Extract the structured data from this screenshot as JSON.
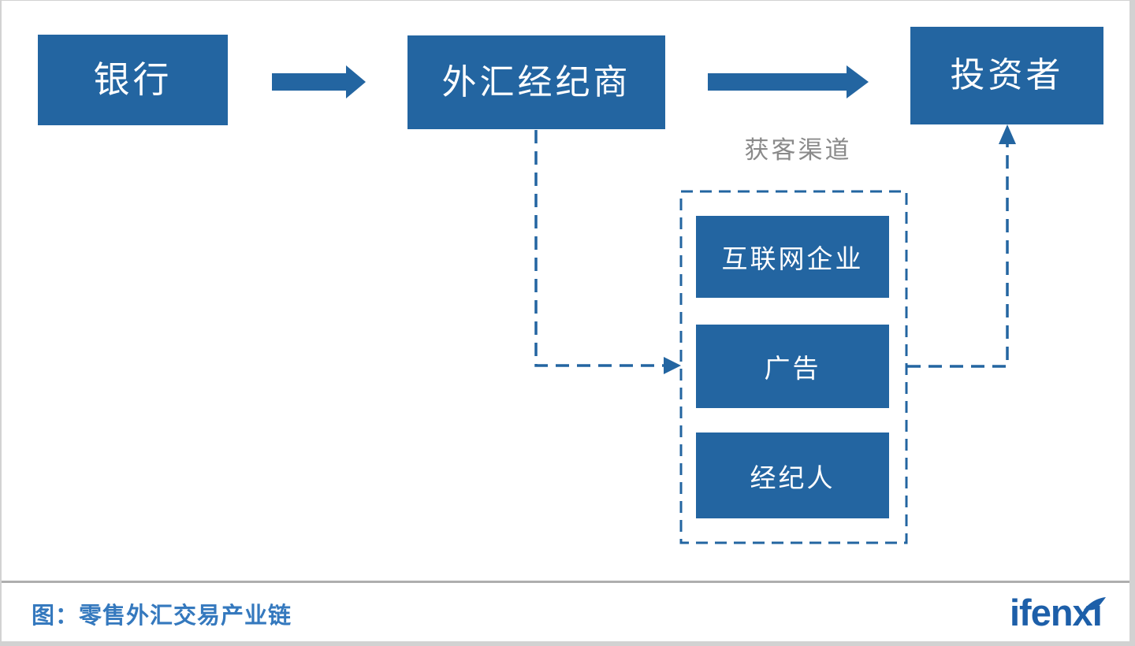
{
  "figure": {
    "nodes": {
      "bank": "银行",
      "broker": "外汇经纪商",
      "investor": "投资者"
    },
    "acquisition": {
      "label": "获客渠道",
      "channels": [
        "互联网企业",
        "广告",
        "经纪人"
      ]
    },
    "caption": "图：零售外汇交易产业链",
    "logo": {
      "part1": "ifenx",
      "part2": "ı"
    },
    "colors": {
      "node_blue": "#2365A1",
      "caption_blue": "#3579BE",
      "logo_blue": "#1D5FA9",
      "label_gray": "#8A8A8A",
      "divider_gray": "#AEAEAE"
    }
  }
}
